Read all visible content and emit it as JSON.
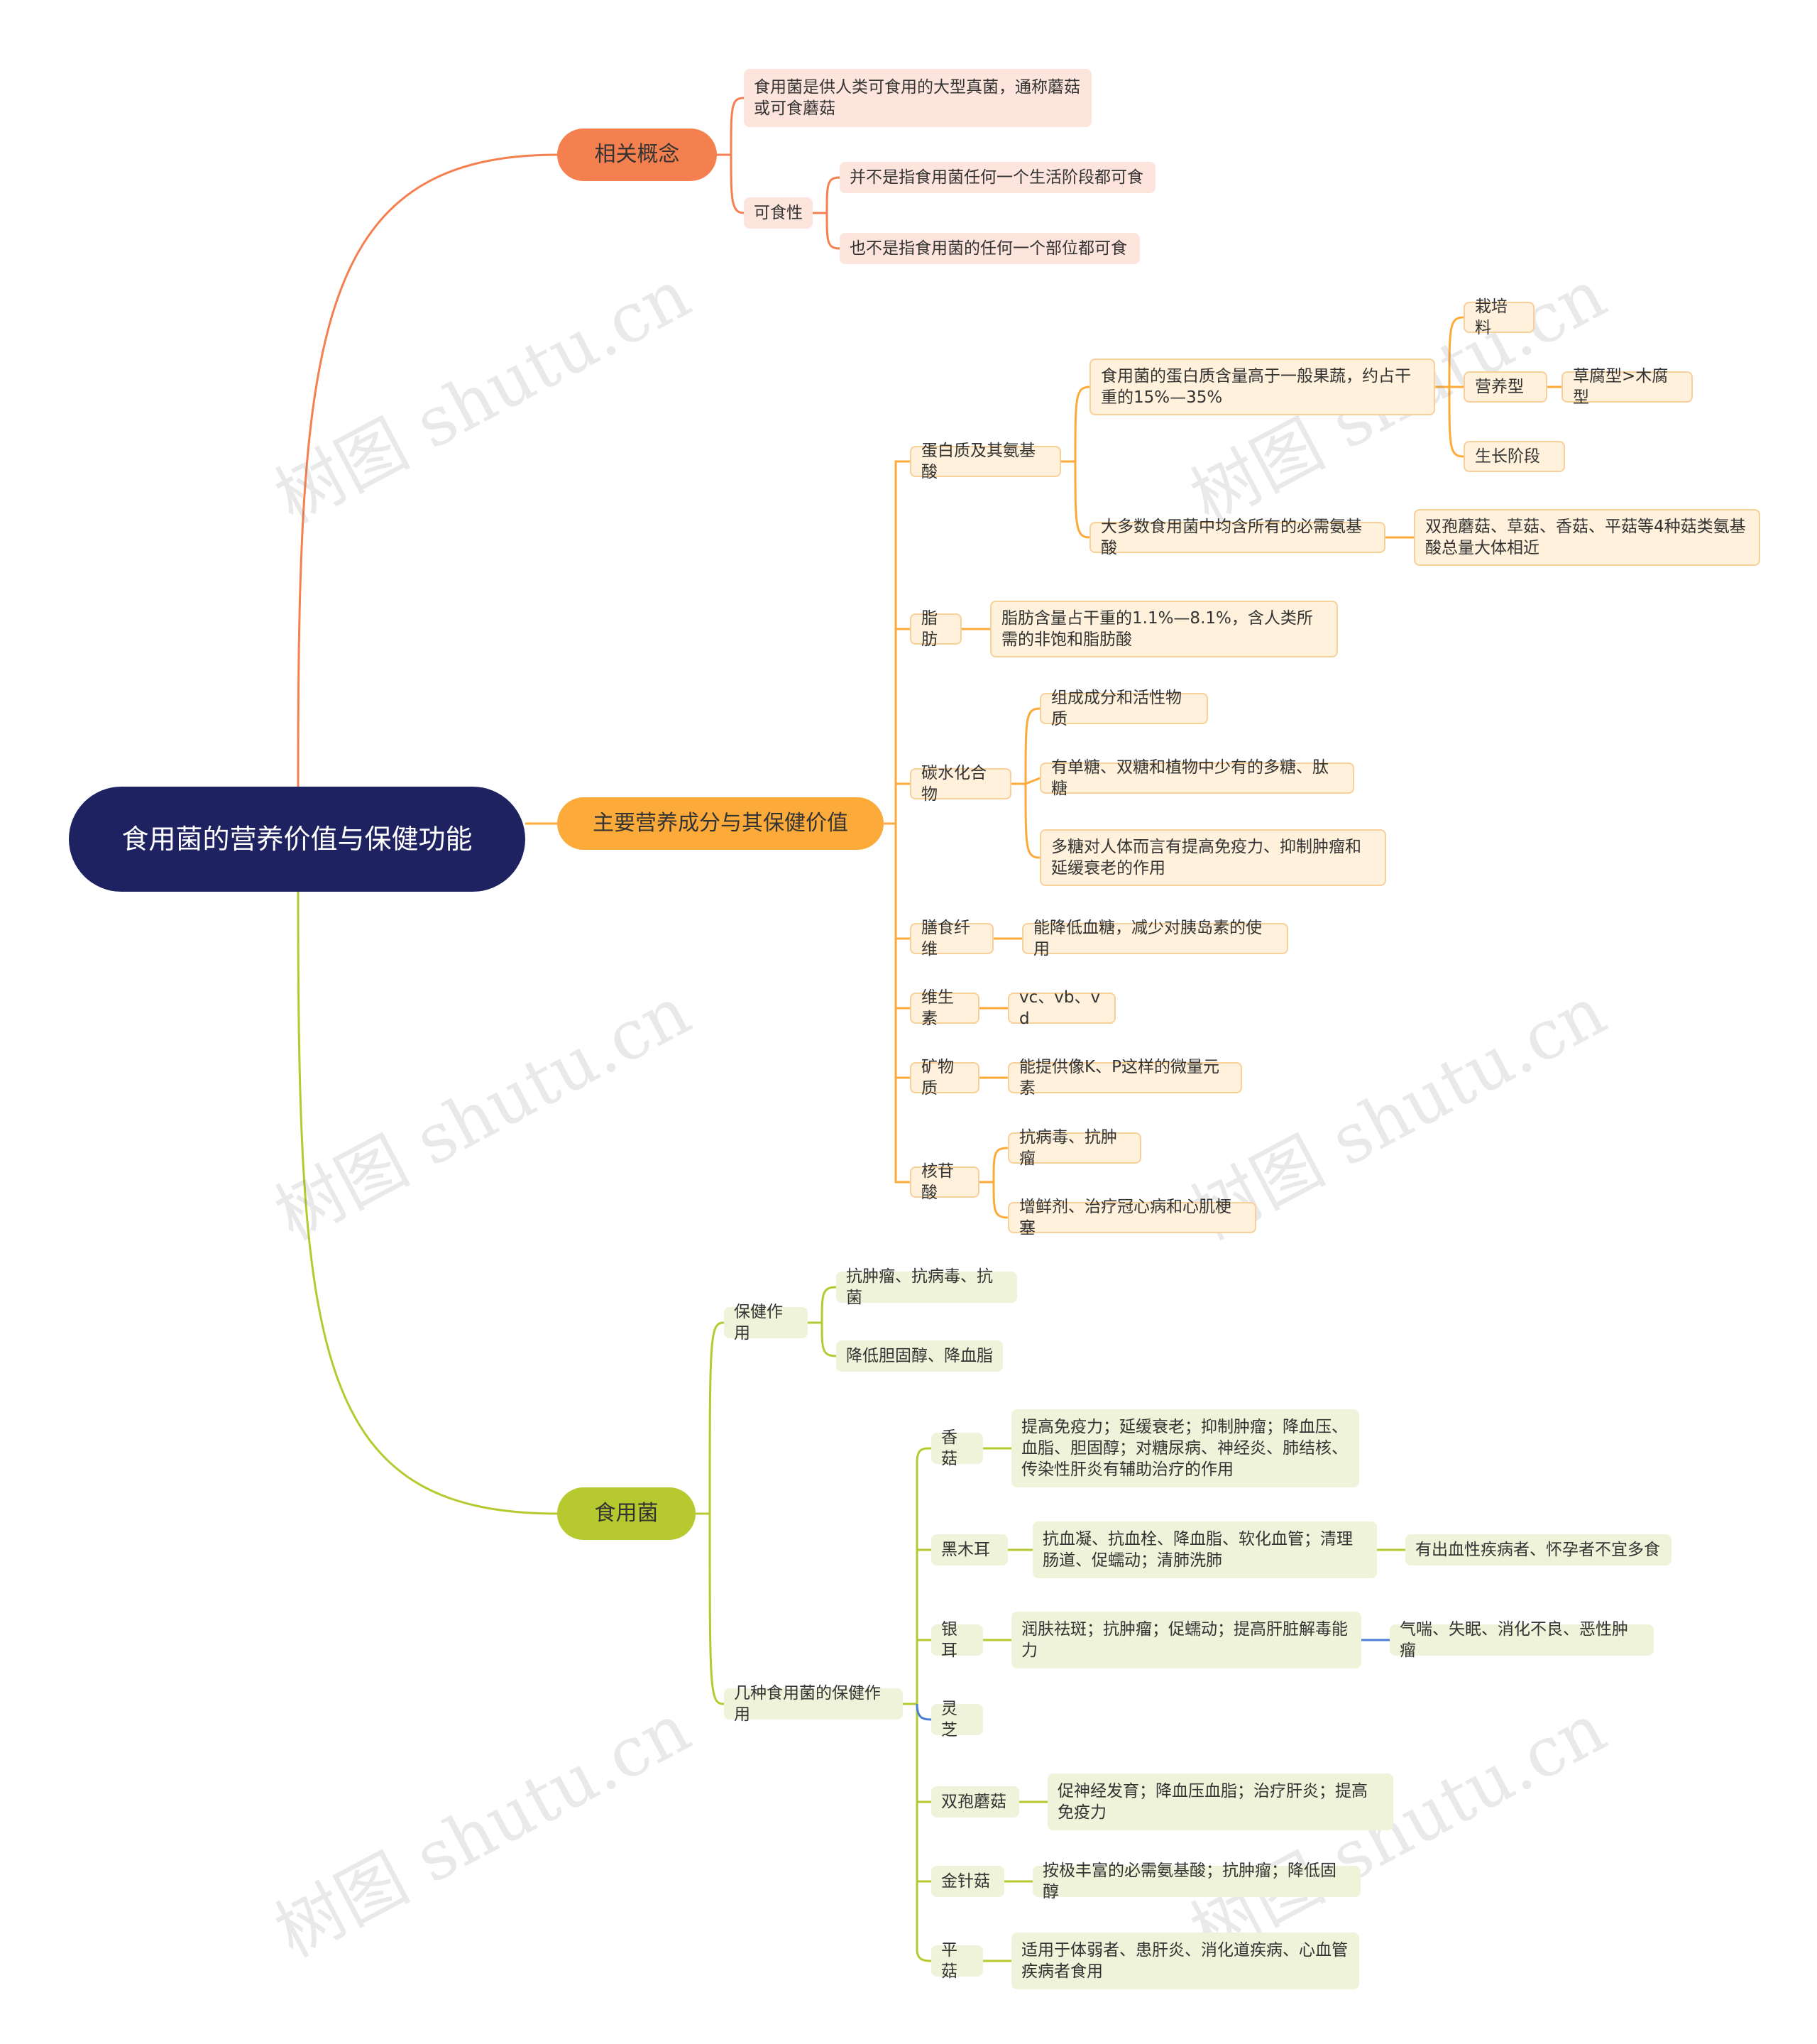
{
  "root": "食用菌的营养价值与保健功能",
  "branches": {
    "concept": {
      "label": "相关概念",
      "definition": "食用菌是供人类可食用的大型真菌，通称蘑菇或可食蘑菇",
      "edibility": {
        "label": "可食性",
        "items": [
          "并不是指食用菌任何一个生活阶段都可食",
          "也不是指食用菌的任何一个部位都可食"
        ]
      }
    },
    "nutrition": {
      "label": "主要营养成分与其保健价值",
      "protein": {
        "label": "蛋白质及其氨基酸",
        "content": "食用菌的蛋白质含量高于一般果蔬，约占干重的15%—35%",
        "factors": [
          "栽培料",
          "营养型",
          "生长阶段"
        ],
        "factor_detail": "草腐型>木腐型",
        "amino": "大多数食用菌中均含所有的必需氨基酸",
        "amino_detail": "双孢蘑菇、草菇、香菇、平菇等4种菇类氨基酸总量大体相近"
      },
      "fat": {
        "label": "脂肪",
        "detail": "脂肪含量占干重的1.1%—8.1%，含人类所需的非饱和脂肪酸"
      },
      "carb": {
        "label": "碳水化合物",
        "items": [
          "组成成分和活性物质",
          "有单糖、双糖和植物中少有的多糖、肽糖",
          "多糖对人体而言有提高免疫力、抑制肿瘤和延缓衰老的作用"
        ]
      },
      "fiber": {
        "label": "膳食纤维",
        "detail": "能降低血糖，减少对胰岛素的使用"
      },
      "vitamin": {
        "label": "维生素",
        "detail": "vc、vb、vd"
      },
      "mineral": {
        "label": "矿物质",
        "detail": "能提供像K、P这样的微量元素"
      },
      "nucleotide": {
        "label": "核苷酸",
        "items": [
          "抗病毒、抗肿瘤",
          "增鲜剂、治疗冠心病和心肌梗塞"
        ]
      }
    },
    "fungi": {
      "label": "食用菌",
      "health": {
        "label": "保健作用",
        "items": [
          "抗肿瘤、抗病毒、抗菌",
          "降低胆固醇、降血脂"
        ]
      },
      "types": {
        "label": "几种食用菌的保健作用",
        "items": [
          {
            "name": "香菇",
            "detail": "提高免疫力；延缓衰老；抑制肿瘤；降血压、血脂、胆固醇；对糖尿病、神经炎、肺结核、传染性肝炎有辅助治疗的作用"
          },
          {
            "name": "黑木耳",
            "detail": "抗血凝、抗血栓、降血脂、软化血管；清理肠道、促蠕动；清肺洗肺",
            "note": "有出血性疾病者、怀孕者不宜多食"
          },
          {
            "name": "银耳",
            "detail": "润肤祛斑；抗肿瘤；促蠕动；提高肝脏解毒能力",
            "note": "气喘、失眠、消化不良、恶性肿瘤"
          },
          {
            "name": "灵芝"
          },
          {
            "name": "双孢蘑菇",
            "detail": "促神经发育；降血压血脂；治疗肝炎；提高免疫力"
          },
          {
            "name": "金针菇",
            "detail": "按极丰富的必需氨基酸；抗肿瘤；降低固醇"
          },
          {
            "name": "平菇",
            "detail": "适用于体弱者、患肝炎、消化道疾病、心血管疾病者食用"
          }
        ]
      }
    }
  },
  "watermark": "树图 shutu.cn",
  "colors": {
    "root": "#1f2261",
    "red": "#f5804f",
    "orange": "#fcaa3a",
    "green": "#b6c92e",
    "blue": "#4a7fd6"
  }
}
